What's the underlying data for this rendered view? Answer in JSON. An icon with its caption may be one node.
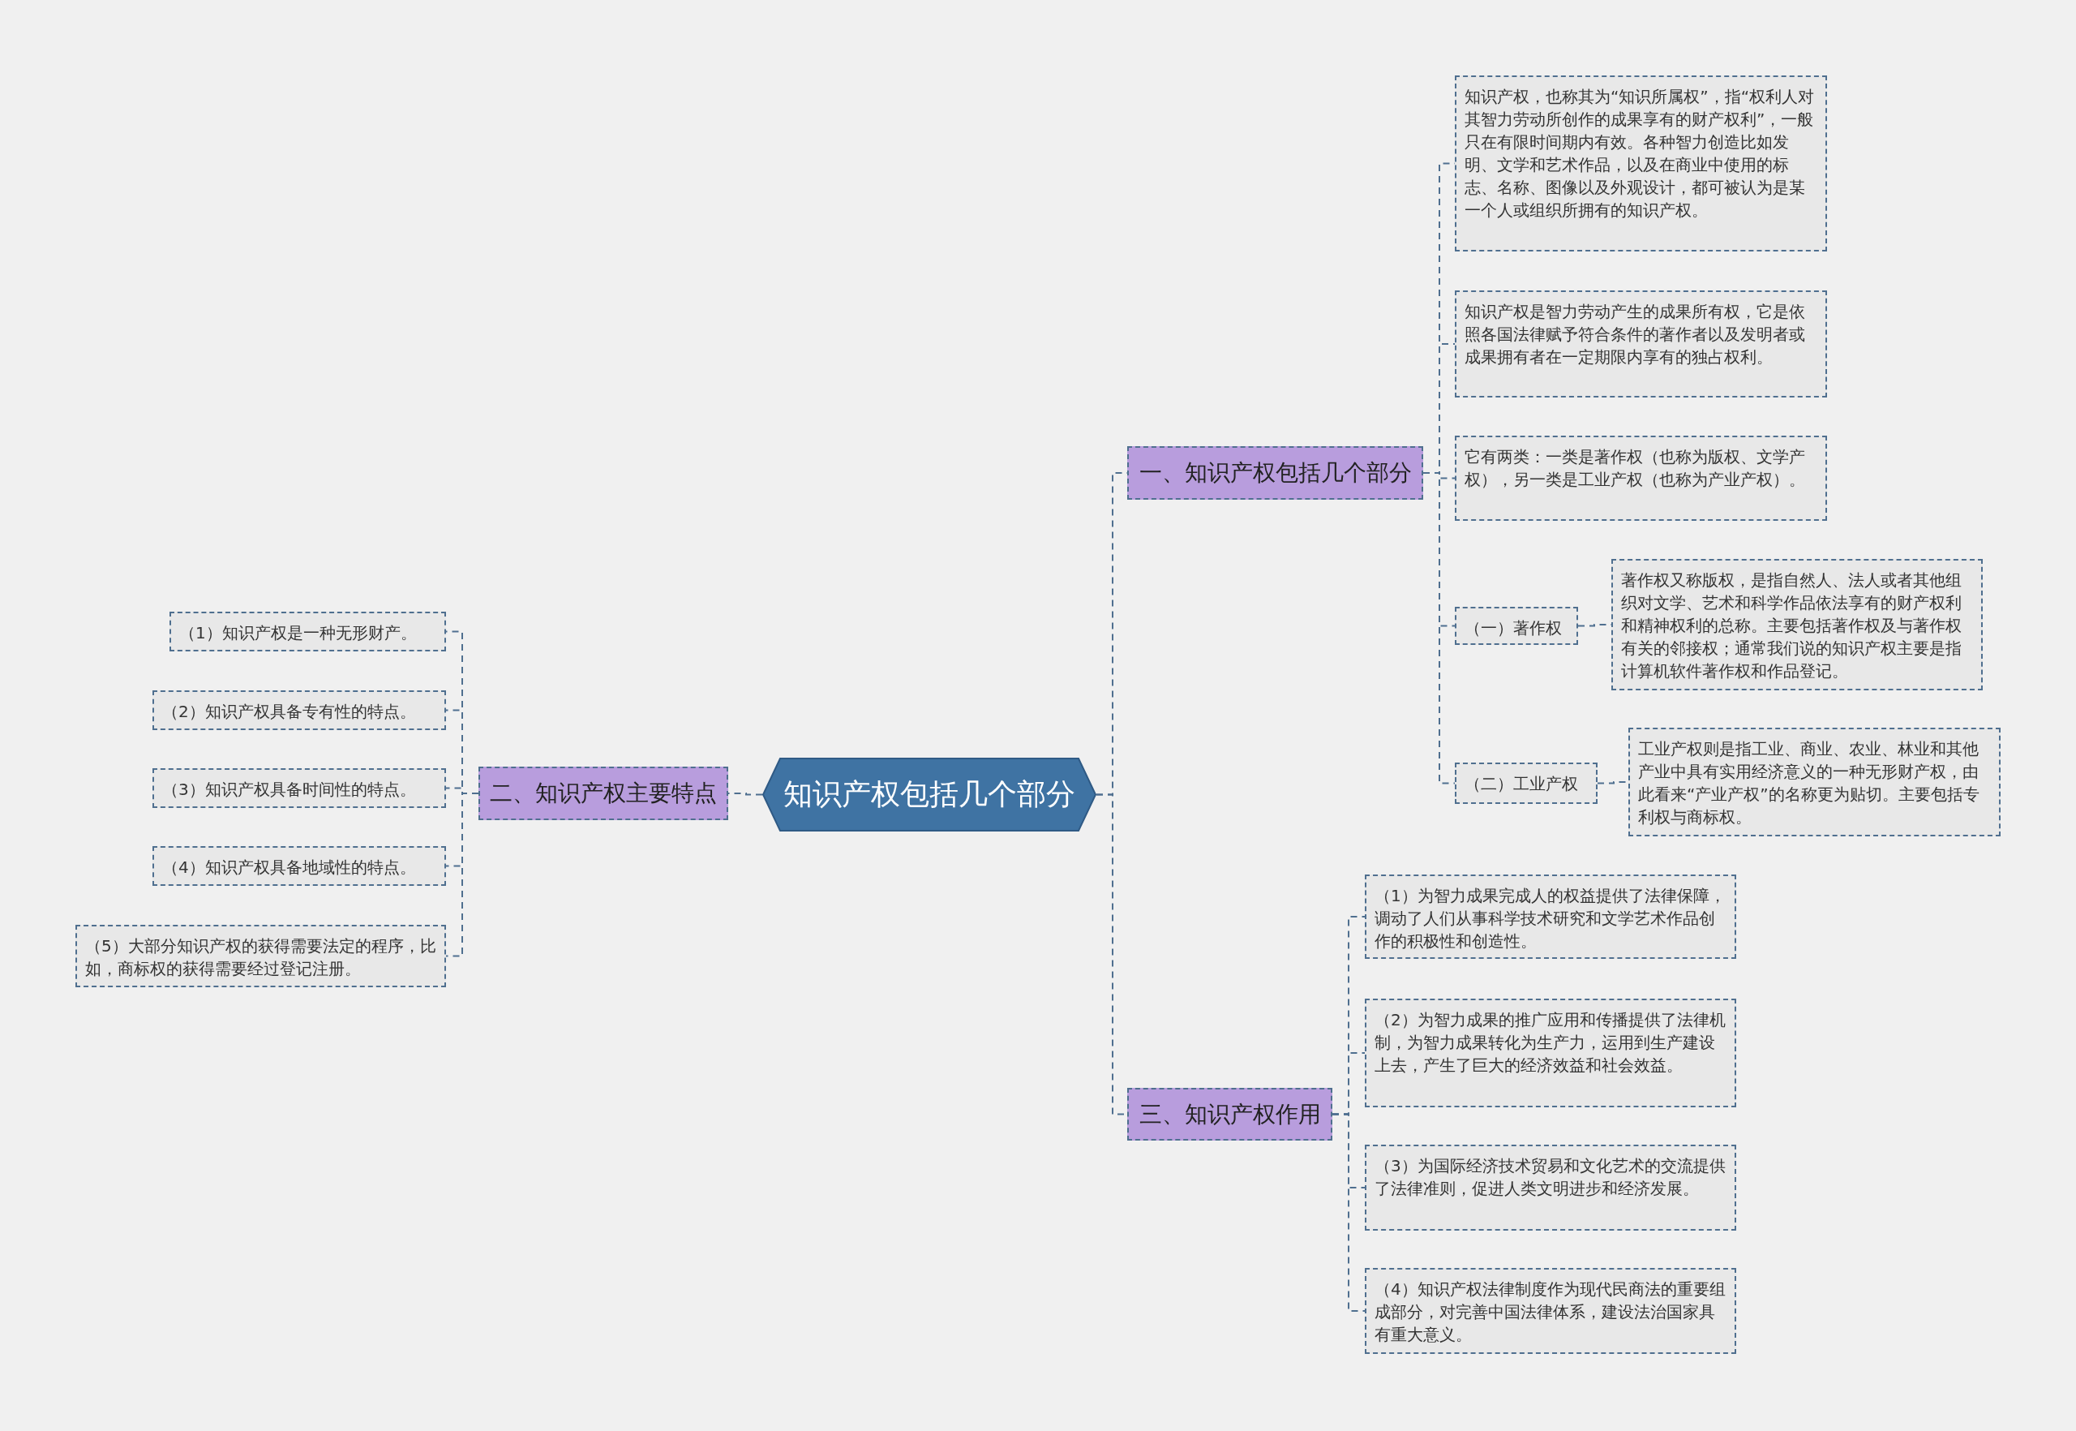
{
  "diagram": {
    "nodes": [
      {
        "text": [
          "知识产权包括几个部分"
        ]
      },
      {
        "text": [
          "一、知识产权包括几个部分"
        ]
      },
      {
        "text": [
          "知识产权，也称其为“知识所属权”，指“权利人对其智力劳动所创作的成果享有的财产权利”，一般只在有限时间期内有效。各种智力创造比如发明、文学和艺术作品，以及在商业中使用的标志、名称、图像以及外观设计，都可被认为是某一个人或组织所拥有的知识产权。"
        ]
      },
      {
        "text": [
          "知识产权是智力劳动产生的成果所有权，它是依照各国法律赋予符合条件的著作者以及发明者或成果拥有者在一定期限内享有的独占权利。"
        ]
      },
      {
        "text": [
          "它有两类：一类是著作权（也称为版权、文学产权），另一类是工业产权（也称为产业产权）。"
        ]
      },
      {
        "text": [
          "（一）著作权"
        ]
      },
      {
        "text": [
          "著作权又称版权，是指自然人、法人或者其他组织对文学、艺术和科学作品依法享有的财产权利和精神权利的总称。主要包括著作权及与著作权有关的邻接权；通常我们说的知识产权主要是指计算机软件著作权和作品登记。"
        ]
      },
      {
        "text": [
          "（二）工业产权"
        ]
      },
      {
        "text": [
          "工业产权则是指工业、商业、农业、林业和其他产业中具有实用经济意义的一种无形财产权，由此看来“产业产权”的名称更为贴切。主要包括专利权与商标权。"
        ]
      },
      {
        "text": [
          "二、知识产权主要特点"
        ]
      },
      {
        "text": [
          "（1）知识产权是一种无形财产。"
        ]
      },
      {
        "text": [
          "（2）知识产权具备专有性的特点。"
        ]
      },
      {
        "text": [
          "（3）知识产权具备时间性的特点。"
        ]
      },
      {
        "text": [
          "（4）知识产权具备地域性的特点。"
        ]
      },
      {
        "text": [
          "（5）大部分知识产权的获得需要法定的程序，比如，商标权的获得需要经过登记注册。"
        ]
      },
      {
        "text": [
          "三、知识产权作用"
        ]
      },
      {
        "text": [
          "（1）为智力成果完成人的权益提供了法律保障，调动了人们从事科学技术研究和文学艺术作品创作的积极性和创造性。"
        ]
      },
      {
        "text": [
          "（2）为智力成果的推广应用和传播提供了法律机制，为智力成果转化为生产力，运用到生产建设上去，产生了巨大的经济效益和社会效益。"
        ]
      },
      {
        "text": [
          "（3）为国际经济技术贸易和文化艺术的交流提供了法律准则，促进人类文明进步和经济发展。"
        ]
      },
      {
        "text": [
          "（4）知识产权法律制度作为现代民商法的重要组成部分，对完善中国法律体系，建设法治国家具有重大意义。"
        ]
      }
    ],
    "edges": [
      {
        "from": 0,
        "to": 1,
        "arrow": "none"
      },
      {
        "from": 0,
        "to": 9,
        "arrow": "none"
      },
      {
        "from": 0,
        "to": 15,
        "arrow": "none"
      },
      {
        "from": 1,
        "to": 2,
        "arrow": "none"
      },
      {
        "from": 1,
        "to": 3,
        "arrow": "none"
      },
      {
        "from": 1,
        "to": 4,
        "arrow": "none"
      },
      {
        "from": 1,
        "to": 5,
        "arrow": "none"
      },
      {
        "from": 1,
        "to": 7,
        "arrow": "none"
      },
      {
        "from": 5,
        "to": 6,
        "arrow": "none"
      },
      {
        "from": 7,
        "to": 8,
        "arrow": "none"
      },
      {
        "from": 9,
        "to": 10,
        "arrow": "none"
      },
      {
        "from": 9,
        "to": 11,
        "arrow": "none"
      },
      {
        "from": 9,
        "to": 12,
        "arrow": "none"
      },
      {
        "from": 9,
        "to": 13,
        "arrow": "none"
      },
      {
        "from": 9,
        "to": 14,
        "arrow": "none"
      },
      {
        "from": 15,
        "to": 16,
        "arrow": "none"
      },
      {
        "from": 15,
        "to": 17,
        "arrow": "none"
      },
      {
        "from": 15,
        "to": 18,
        "arrow": "none"
      },
      {
        "from": 15,
        "to": 19,
        "arrow": "none"
      }
    ]
  }
}
